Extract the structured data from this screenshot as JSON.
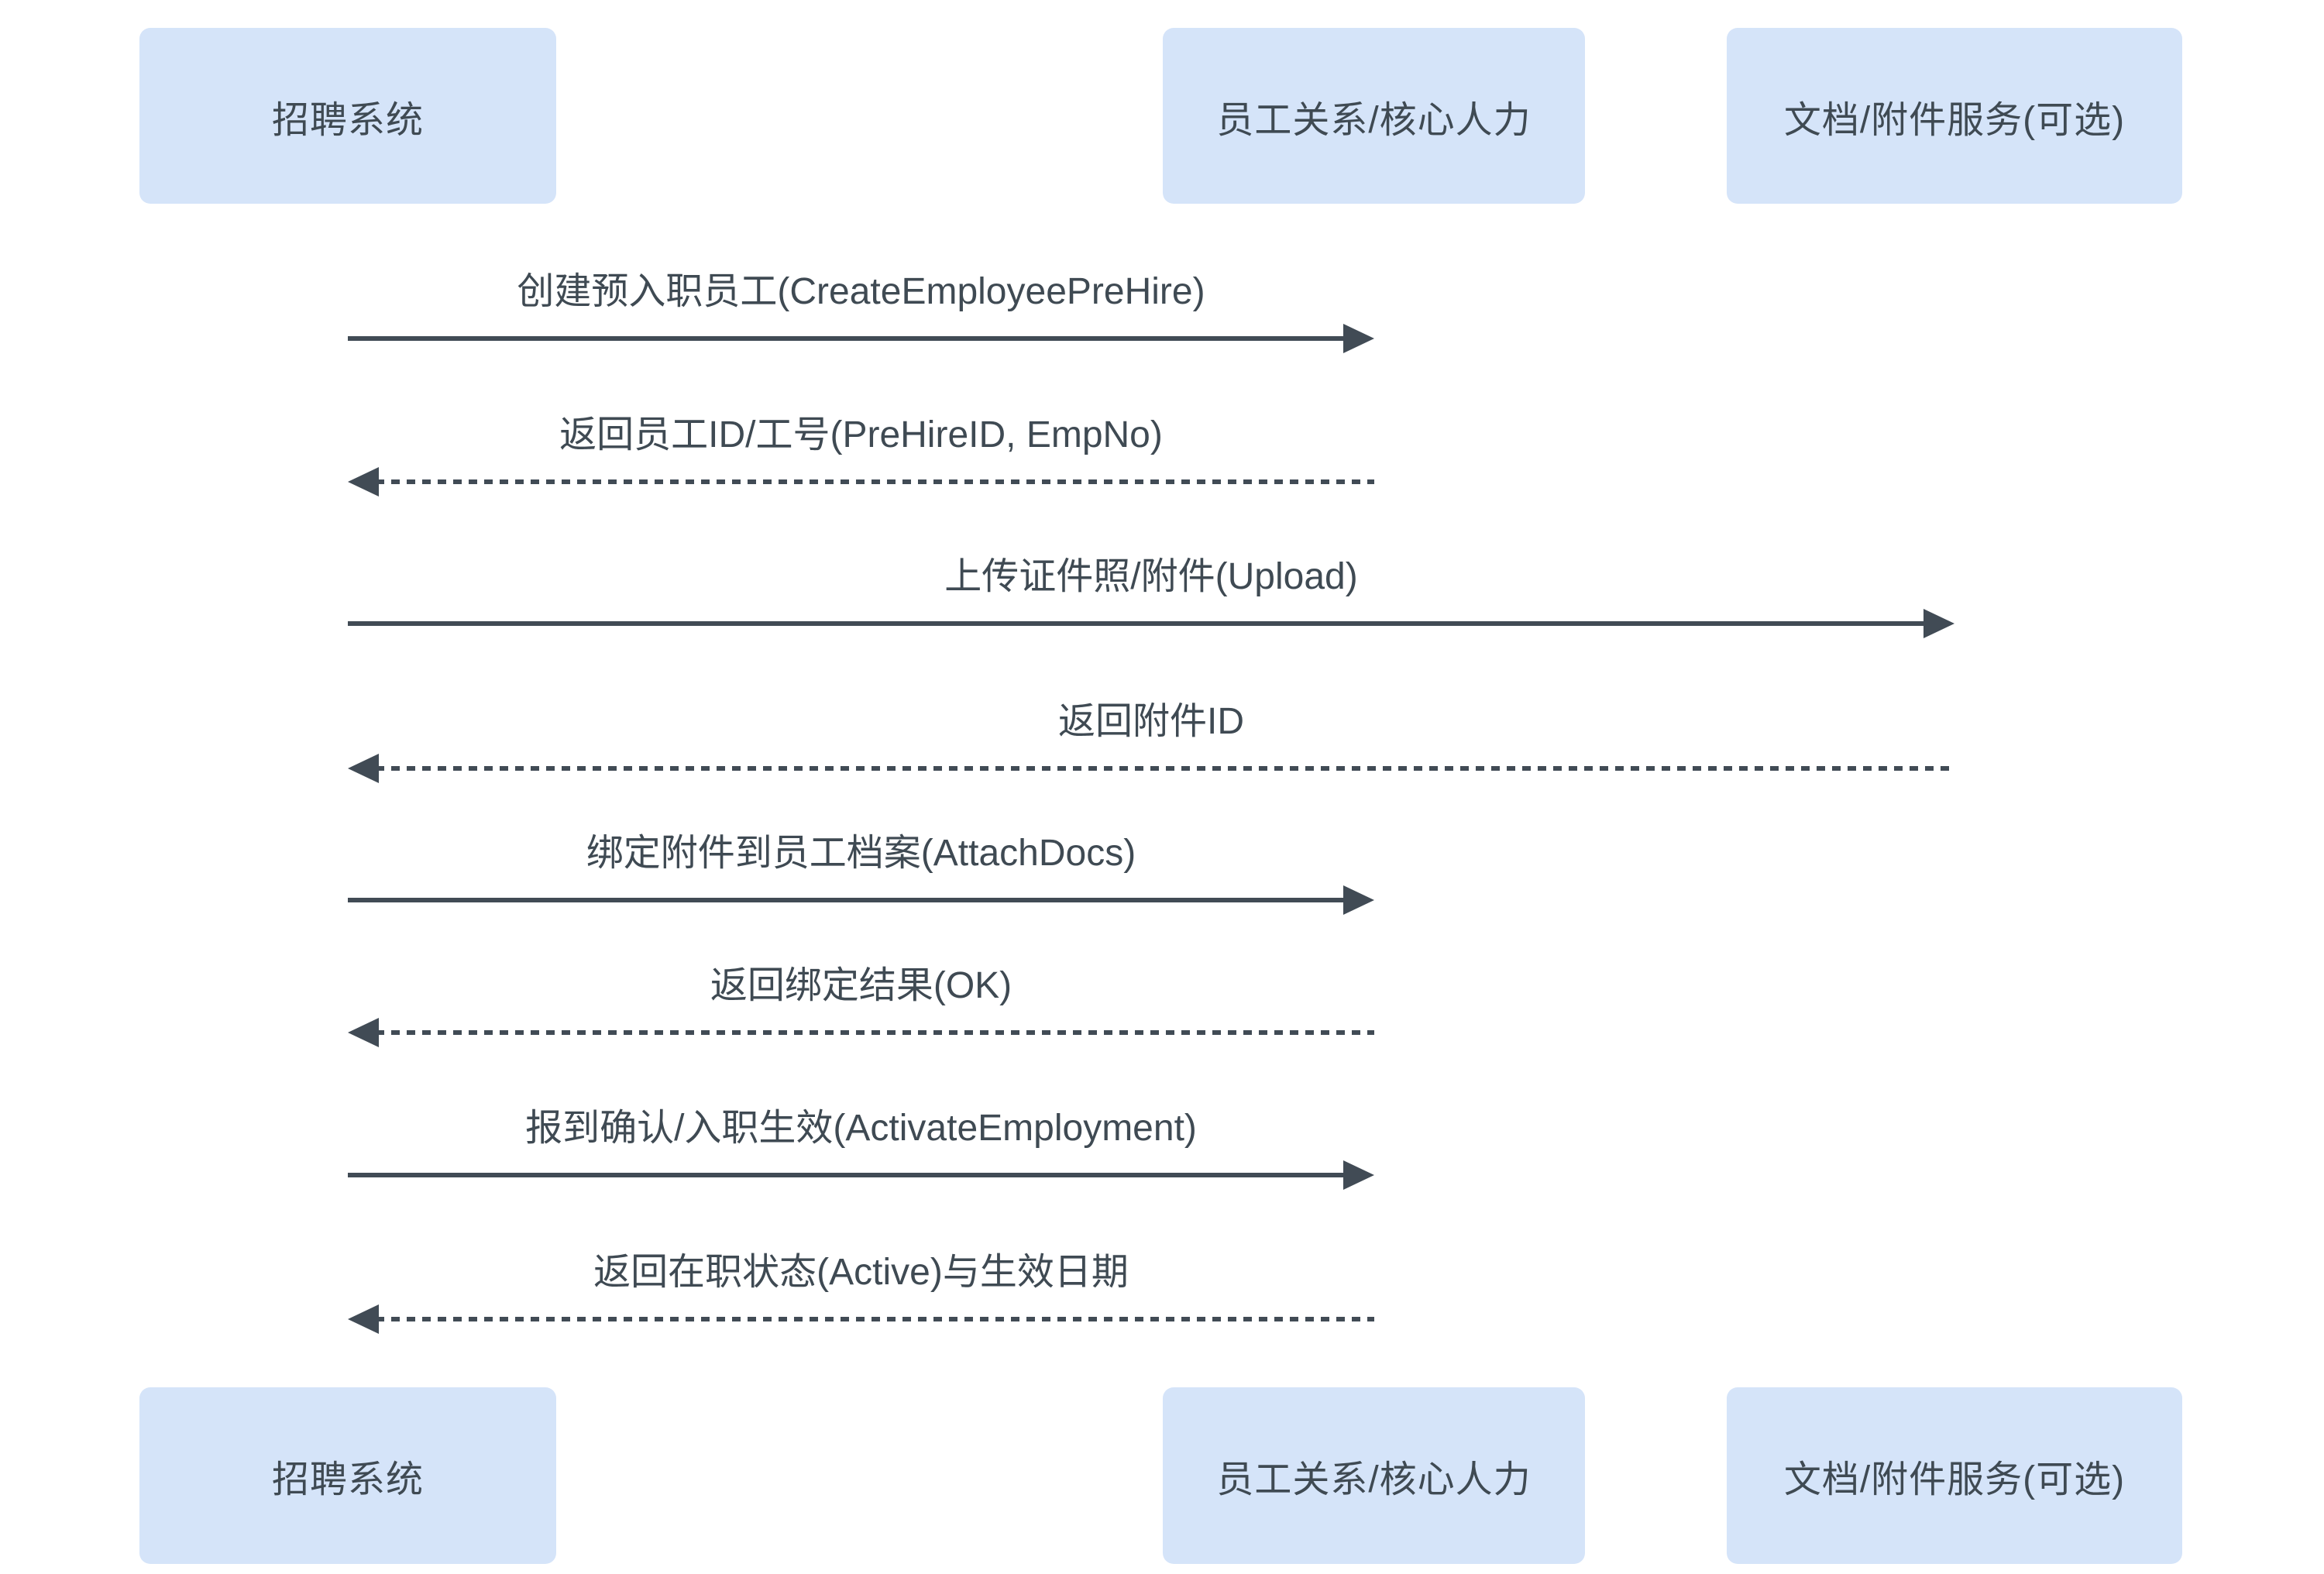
{
  "diagram": {
    "type": "sequence-diagram",
    "actors": [
      {
        "id": "recruiting-system",
        "label": "招聘系统"
      },
      {
        "id": "core-hr",
        "label": "员工关系/核心人力"
      },
      {
        "id": "doc-service",
        "label": "文档/附件服务(可选)"
      }
    ],
    "messages": [
      {
        "from": "recruiting-system",
        "to": "core-hr",
        "style": "solid",
        "label": "创建预入职员工(CreateEmployeePreHire)"
      },
      {
        "from": "core-hr",
        "to": "recruiting-system",
        "style": "dashed",
        "label": "返回员工ID/工号(PreHireID, EmpNo)"
      },
      {
        "from": "recruiting-system",
        "to": "doc-service",
        "style": "solid",
        "label": "上传证件照/附件(Upload)"
      },
      {
        "from": "doc-service",
        "to": "recruiting-system",
        "style": "dashed",
        "label": "返回附件ID"
      },
      {
        "from": "recruiting-system",
        "to": "core-hr",
        "style": "solid",
        "label": "绑定附件到员工档案(AttachDocs)"
      },
      {
        "from": "core-hr",
        "to": "recruiting-system",
        "style": "dashed",
        "label": "返回绑定结果(OK)"
      },
      {
        "from": "recruiting-system",
        "to": "core-hr",
        "style": "solid",
        "label": "报到确认/入职生效(ActivateEmployment)"
      },
      {
        "from": "core-hr",
        "to": "recruiting-system",
        "style": "dashed",
        "label": "返回在职状态(Active)与生效日期"
      }
    ],
    "colors": {
      "actor_fill": "#d5e4f9",
      "text": "#3f4a53",
      "arrow": "#414b55",
      "background": "#ffffff"
    }
  }
}
